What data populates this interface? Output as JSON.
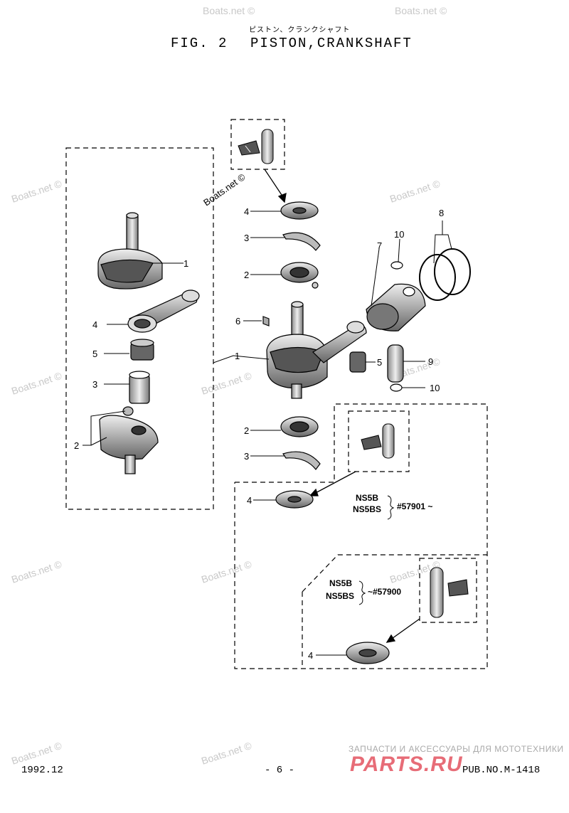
{
  "header": {
    "japanese_title": "ピストン、クランクシャフト",
    "fig_label": "FIG.  2",
    "fig_name": "PISTON,CRANKSHAFT"
  },
  "parts": {
    "left_1": "1",
    "left_4": "4",
    "left_5": "5",
    "left_3": "3",
    "left_2": "2",
    "center_4": "4",
    "center_3": "3",
    "center_2": "2",
    "center_6": "6",
    "center_1": "1",
    "lower_2": "2",
    "lower_3": "3",
    "lower_4": "4",
    "right_10a": "10",
    "right_7": "7",
    "right_8": "8",
    "right_5": "5",
    "right_9": "9",
    "right_10b": "10",
    "bottom_4": "4"
  },
  "notes": {
    "note1_models": [
      "NS5B",
      "NS5BS"
    ],
    "note1_serial": "#57901 ~",
    "note2_models": [
      "NS5B",
      "NS5BS"
    ],
    "note2_serial": "~#57900"
  },
  "footer": {
    "date": "1992.12",
    "page": "- 6 -",
    "pub": "PUB.NO.M-1418"
  },
  "watermarks": {
    "text": "Boats.net ©"
  },
  "shop": {
    "subtitle": "ЗАПЧАСТИ И АКСЕССУАРЫ ДЛЯ МОТОТЕХНИКИ",
    "logo": "PARTS.RU"
  }
}
